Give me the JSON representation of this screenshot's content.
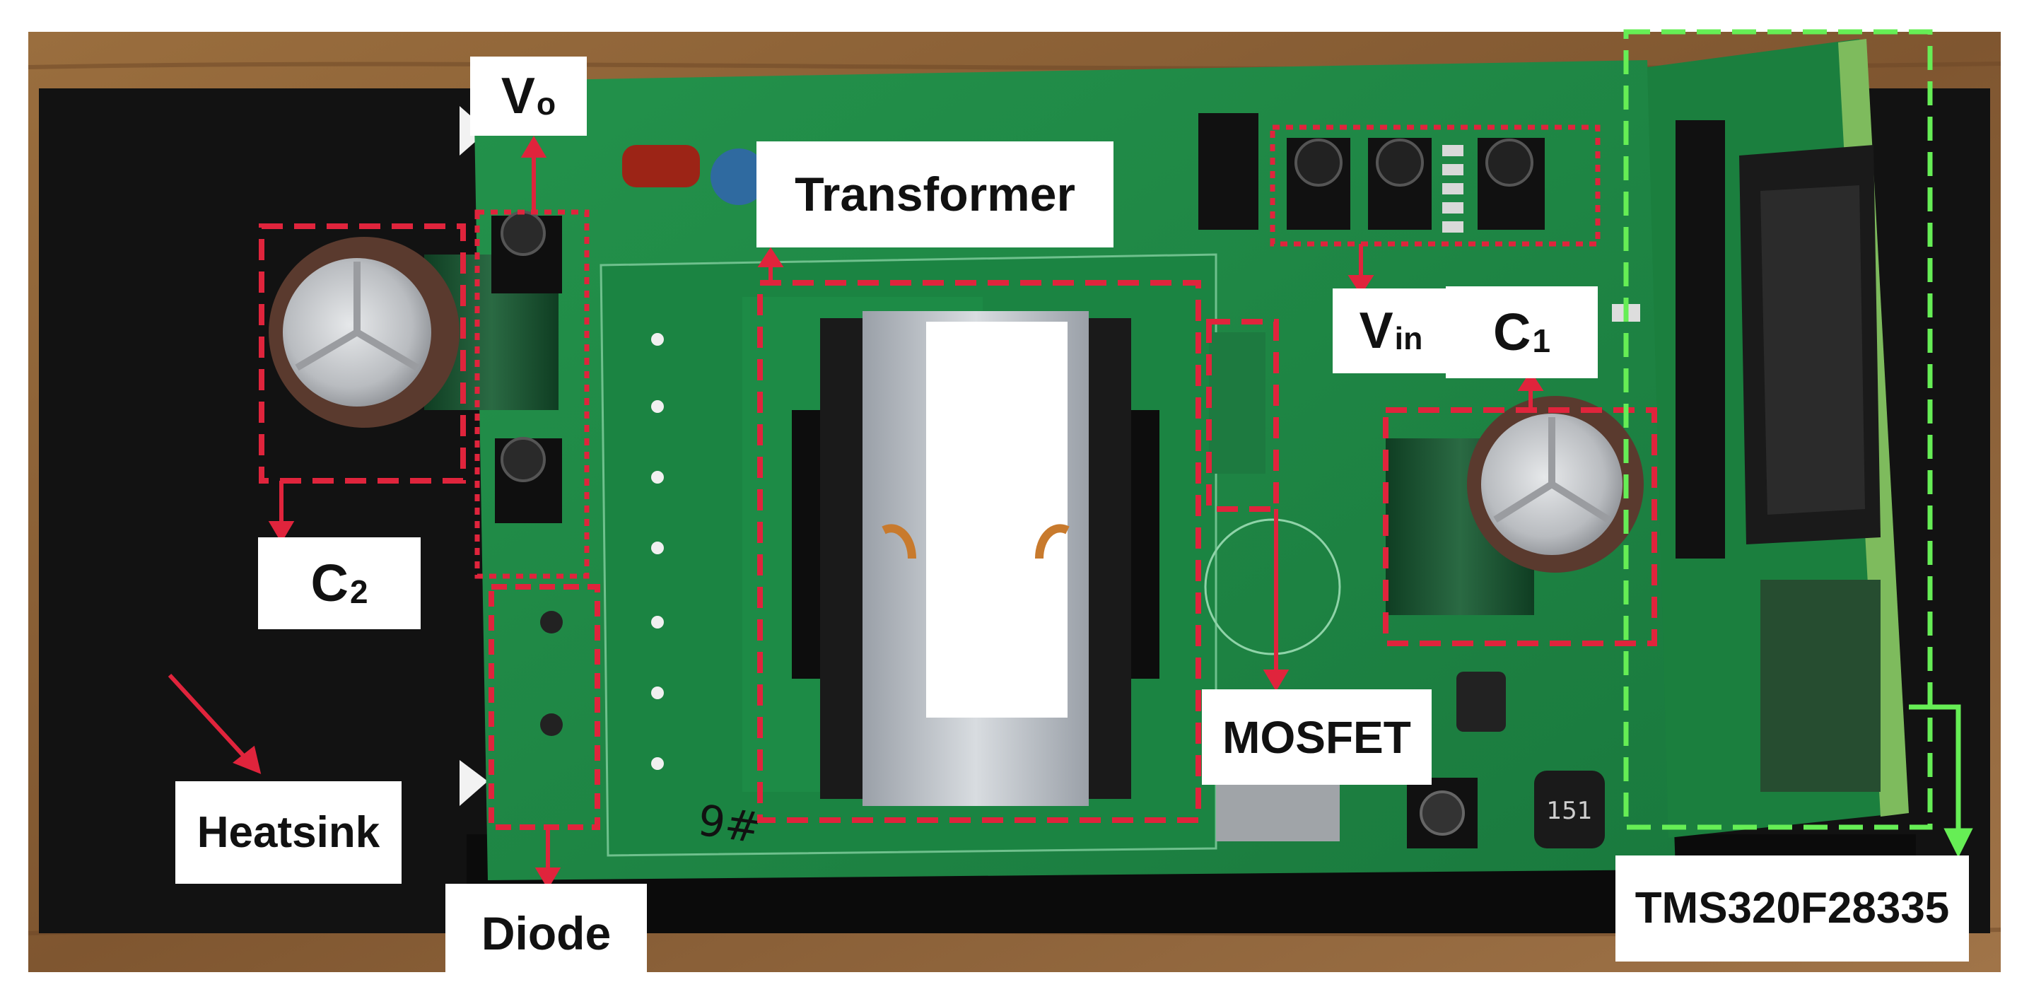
{
  "labels": {
    "vo": {
      "main": "V",
      "sub": "o"
    },
    "transformer": "Transformer",
    "vin": {
      "main": "V",
      "sub": "in"
    },
    "c1": {
      "main": "C",
      "sub": "1"
    },
    "c2": {
      "main": "C",
      "sub": "2"
    },
    "heatsink": "Heatsink",
    "diode": "Diode",
    "mosfet": "MOSFET",
    "tms": "TMS320F28335"
  },
  "board_marks": {
    "inductor_code": "151",
    "board_number": "9#"
  },
  "colors": {
    "highlight_red": "#e0243c",
    "highlight_green": "#66ee55",
    "pcb_green": "#1f8a46",
    "heatsink_black": "#121212",
    "wood": "#8c6236"
  }
}
